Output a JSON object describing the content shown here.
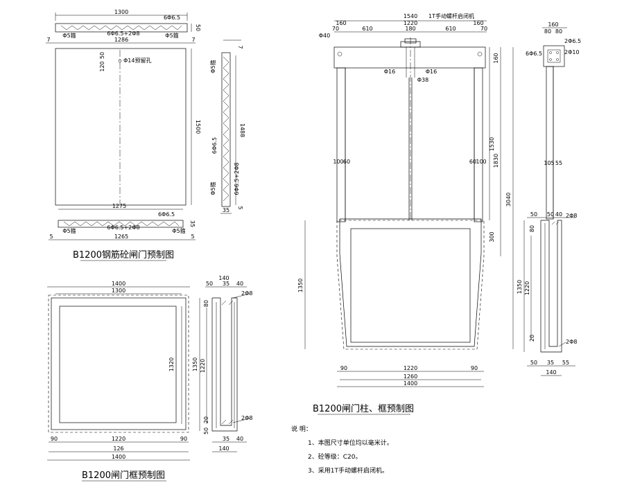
{
  "titles": {
    "gate": "B1200钢筋砼闸门预制图",
    "frame": "B1200闸门框预制图",
    "column": "B1200闸门柱、框预制图"
  },
  "notes": {
    "heading": "说    明：",
    "items": [
      "1、本图尺寸单位均以毫米计。",
      "2、砼等级：C20。",
      "3、采用1T手动螺杆启闭机。"
    ]
  },
  "gate": {
    "top_width": "1300",
    "top_bar": "6Φ6.5",
    "top_thick": "50",
    "top_stirrup_l": "Φ5箍",
    "top_main": "6Φ6.5+2Φ8",
    "top_stirrup_r": "Φ5箍",
    "cover_l": "7",
    "inner_width": "1286",
    "cover_r": "7",
    "dim_120": "120",
    "dim_50": "50",
    "hole": "Φ14预留孔",
    "height": "1500",
    "bottom_width": "1275",
    "bot_bar": "6Φ6.5",
    "bot_thick": "35",
    "bot_stirrup_l": "Φ5箍",
    "bot_main": "6Φ6.5+2Φ8",
    "bot_stirrup_r": "Φ5箍",
    "bot_cover_l": "5",
    "bot_width2": "1265",
    "bot_cover_r": "5",
    "side_top": "7",
    "side_stirrup_top": "Φ5箍",
    "side_bar": "6Φ6.5",
    "side_len": "1488",
    "side_stirrup_bot": "Φ5箍",
    "side_main": "6Φ6.5+2Φ8",
    "side_bot": "5",
    "side_w": "35"
  },
  "frame": {
    "outer_w": "1400",
    "inner_w": "1300",
    "height": "1320",
    "side_90_l": "90",
    "bottom_1220": "1220",
    "side_90_r": "90",
    "bottom_126": "126",
    "bottom_1400": "1400",
    "sec_50": "50",
    "sec_140": "140",
    "sec_35": "35",
    "sec_40": "40",
    "sec_bar_top": "2Φ8",
    "sec_80": "80",
    "sec_1350": "1350",
    "sec_1220": "1220",
    "sec_20": "20",
    "sec_bar_bot": "2Φ8",
    "sec_50b": "50",
    "sec_bot_35": "35",
    "sec_bot_40": "40",
    "sec_bot_140": "140"
  },
  "column": {
    "top_160_l": "160",
    "top_1540": "1540",
    "hoist": "1T手动螺杆启闭机",
    "top_1220": "1220",
    "top_160_r": "160",
    "dia40": "Φ40",
    "seg_70_l": "70",
    "seg_610_l": "610",
    "seg_180": "180",
    "seg_610_r": "610",
    "seg_70_r": "70",
    "dia16_l": "Φ16",
    "dia16_r": "Φ16",
    "dia38": "Φ38",
    "col_100": "100",
    "col_60_l": "60",
    "col_60_r": "60",
    "col_100_r": "100",
    "dim_160": "160",
    "dim_1530": "1530",
    "dim_1830": "1830",
    "dim_3040": "3040",
    "dim_300": "300",
    "dim_1350": "1350",
    "base_90_l": "90",
    "base_1220": "1220",
    "base_90_r": "90",
    "base_1260": "1260",
    "base_1400": "1400",
    "sec_160": "160",
    "sec_80a": "80",
    "sec_80b": "80",
    "sec_2phi65": "2Φ6.5",
    "sec_6phi65": "6Φ6.5",
    "sec_2phi10": "2Φ10",
    "sec_105": "105",
    "sec_55": "55",
    "sec_50": "50",
    "sec_50b": "50",
    "sec_40": "40",
    "sec_2phi8_top": "2Φ8",
    "sec_80": "80",
    "sec_1350": "1350",
    "sec_1220": "1220",
    "sec_20": "20",
    "sec_2phi8_bot": "2Φ8",
    "sec_b50": "50",
    "sec_b35": "35",
    "sec_b55": "55",
    "sec_b140": "140"
  }
}
